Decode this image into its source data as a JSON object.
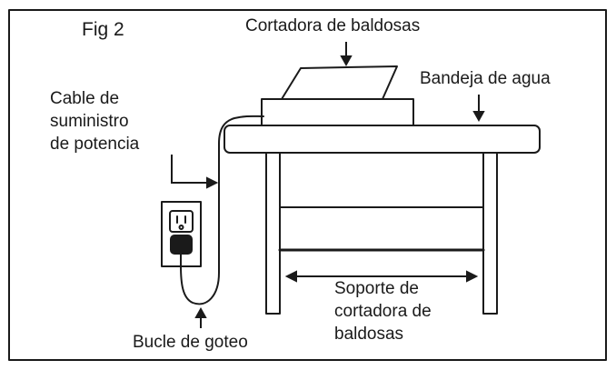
{
  "figure": {
    "number_label": "Fig  2",
    "labels": {
      "tile_cutter": "Cortadora de baldosas",
      "water_tray": "Bandeja de agua",
      "power_cable": "Cable de\nsuministro\nde potencia",
      "stand": "Soporte de\ncortadora de\nbaldosas",
      "drip_loop": "Bucle de goteo"
    }
  },
  "colors": {
    "ink": "#1a1a1a",
    "background": "#ffffff"
  }
}
